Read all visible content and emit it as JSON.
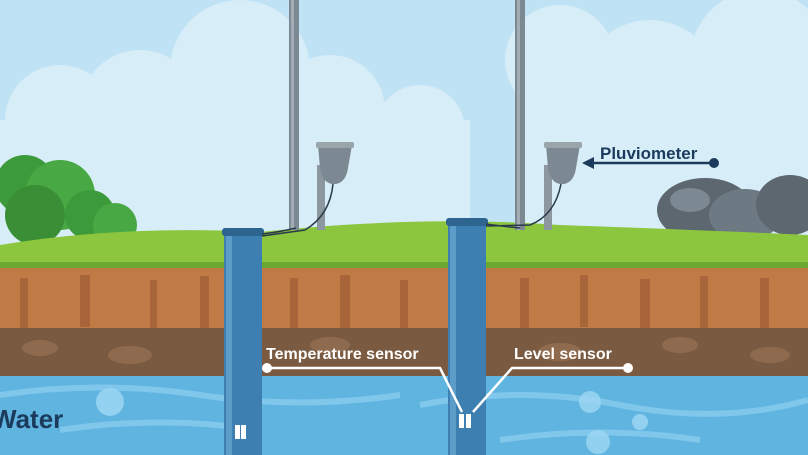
{
  "labels": {
    "pluviometer": "Pluviometer",
    "temperature_sensor": "Temperature sensor",
    "level_sensor": "Level sensor",
    "water": "Water"
  },
  "colors": {
    "sky": "#bfe2f4",
    "cloud": "#d9eef8",
    "grass": "#8cc63f",
    "grass_dark": "#6aa832",
    "soil": "#c07a45",
    "soil_dark": "#8a5a35",
    "clay": "#7a5a40",
    "water": "#5fb4e0",
    "pipe": "#3d7fb0",
    "label_dark": "#1b3a5c",
    "label_light": "#ffffff",
    "rock": "#5c6770",
    "bush": "#3d9a3a"
  },
  "icons": [
    "pluviometer-icon",
    "well-pipe-icon",
    "sensor-icon",
    "rock-icon",
    "bush-icon",
    "cloud-icon"
  ]
}
